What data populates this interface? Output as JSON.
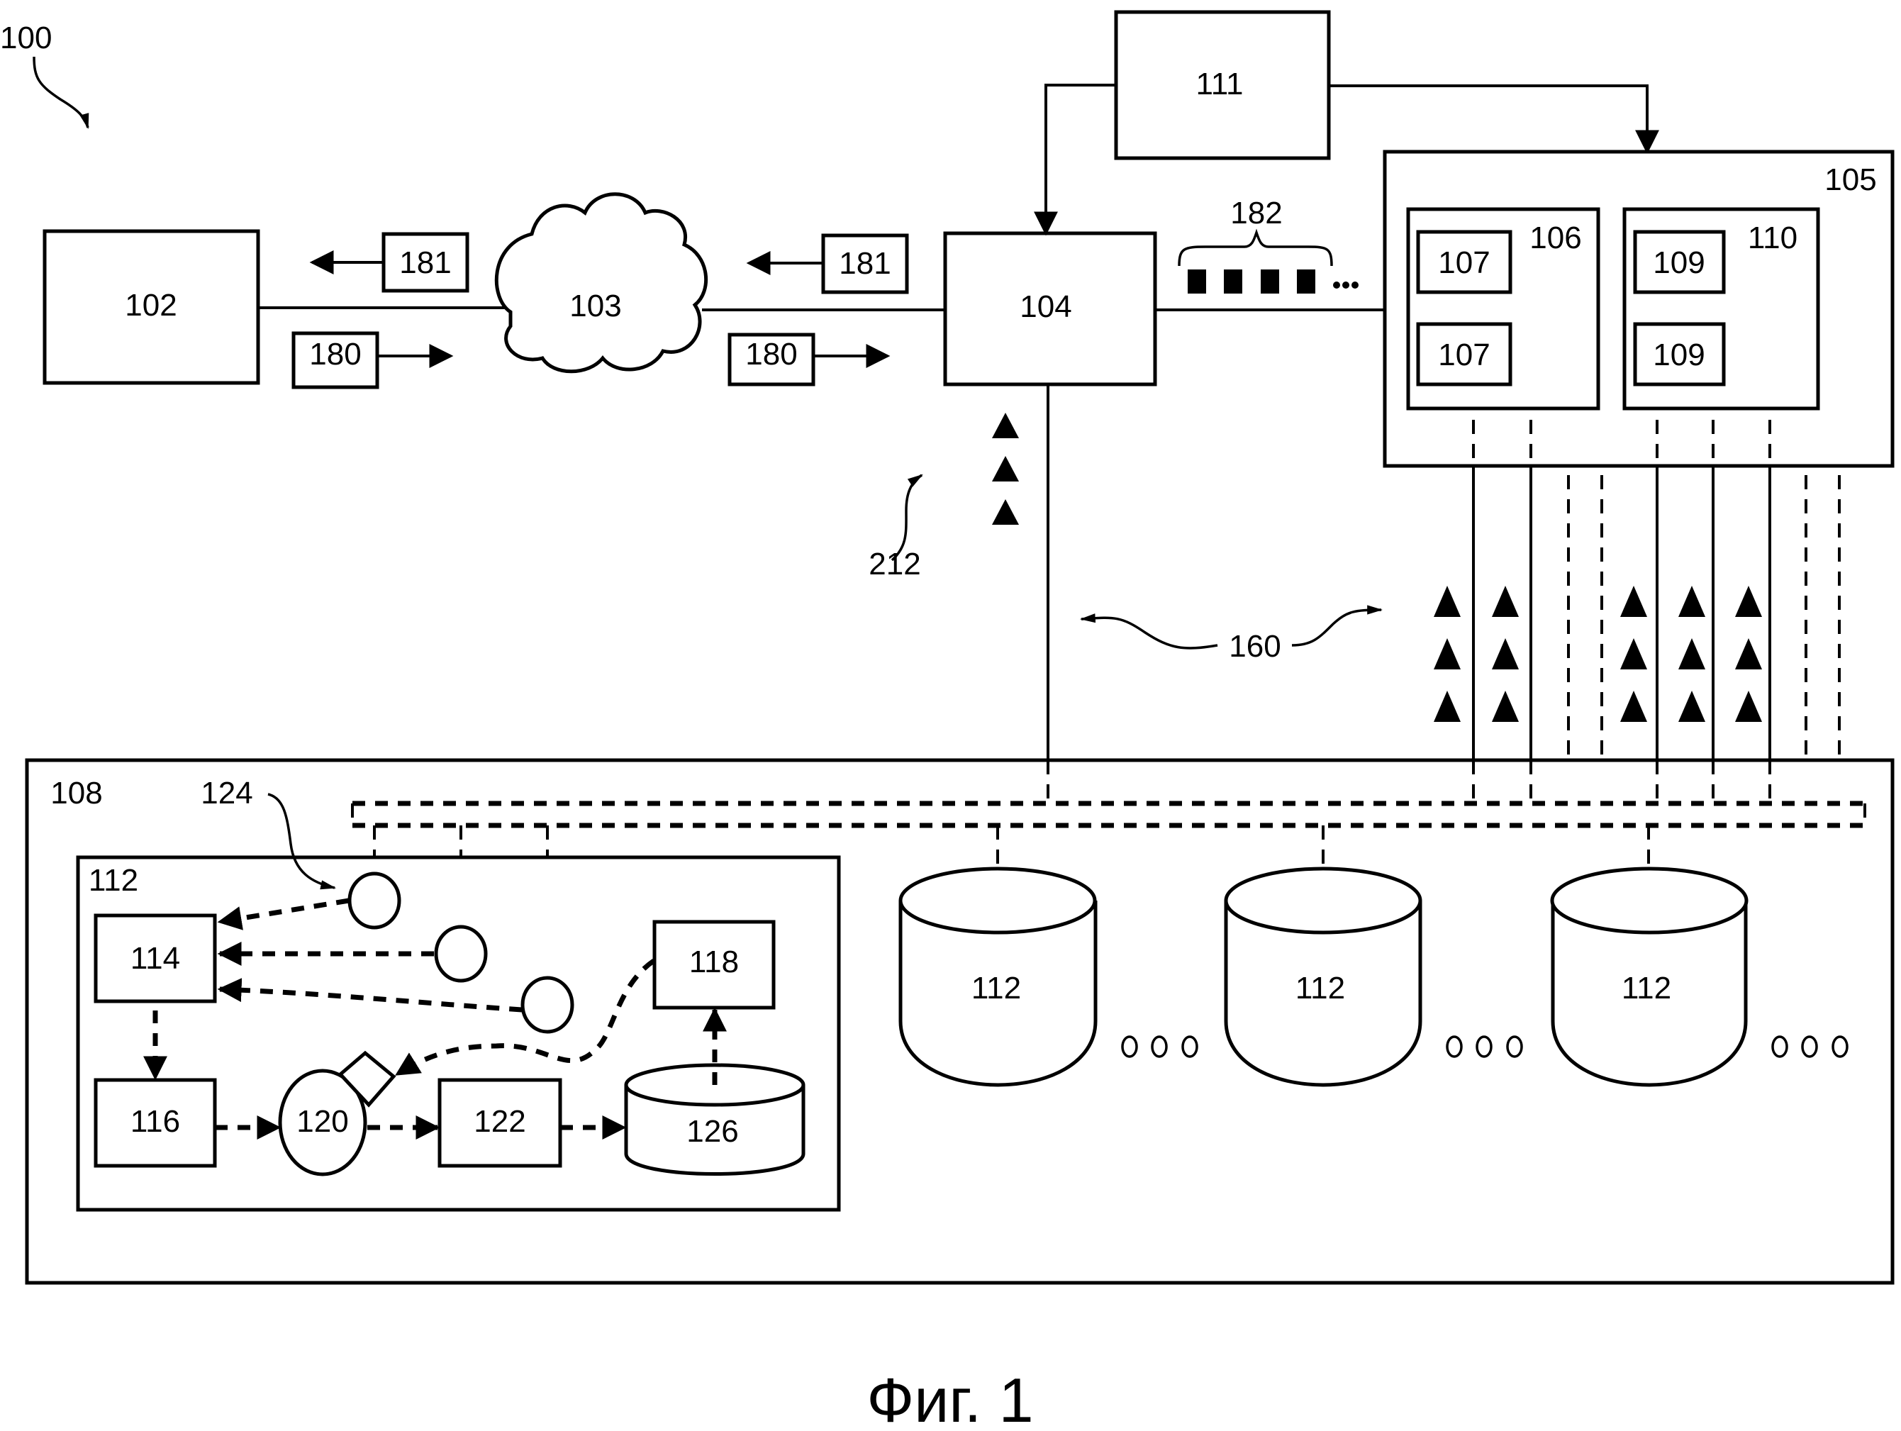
{
  "figure": {
    "caption": "Фиг. 1",
    "system_ref": "100"
  },
  "nodes": {
    "n102": "102",
    "n103": "103",
    "n104": "104",
    "n105": "105",
    "n106": "106",
    "n107a": "107",
    "n107b": "107",
    "n110": "110",
    "n109a": "109",
    "n109b": "109",
    "n111": "111",
    "n108": "108",
    "n112_inner": "112",
    "n114": "114",
    "n116": "116",
    "n118": "118",
    "n120": "120",
    "n122": "122",
    "n126": "126",
    "n112_cyl1": "112",
    "n112_cyl2": "112",
    "n112_cyl3": "112"
  },
  "messages": {
    "m181_left": "181",
    "m180_left": "180",
    "m181_right": "181",
    "m180_right": "180",
    "m182": "182"
  },
  "annotations": {
    "a124": "124",
    "a212": "212",
    "a160": "160",
    "ellipsis": "•••"
  }
}
